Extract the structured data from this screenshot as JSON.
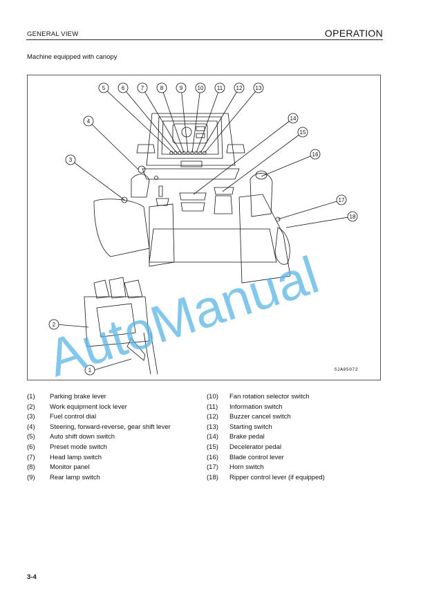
{
  "header": {
    "section": "GENERAL VIEW",
    "chapter": "OPERATION"
  },
  "subtitle": "Machine equipped with canopy",
  "figure": {
    "code": "SJA05072",
    "callouts": [
      "1",
      "2",
      "3",
      "4",
      "5",
      "6",
      "7",
      "8",
      "9",
      "10",
      "11",
      "12",
      "13",
      "14",
      "15",
      "16",
      "17",
      "18"
    ]
  },
  "watermark": "AutoManual",
  "legend_left": [
    {
      "num": "(1)",
      "label": "Parking brake lever"
    },
    {
      "num": "(2)",
      "label": "Work equipment lock lever"
    },
    {
      "num": "(3)",
      "label": "Fuel control dial"
    },
    {
      "num": "(4)",
      "label": "Steering, forward-reverse, gear shift lever"
    },
    {
      "num": "(5)",
      "label": "Auto shift down switch"
    },
    {
      "num": "(6)",
      "label": "Preset mode switch"
    },
    {
      "num": "(7)",
      "label": "Head lamp switch"
    },
    {
      "num": "(8)",
      "label": "Monitor panel"
    },
    {
      "num": "(9)",
      "label": "Rear lamp switch"
    }
  ],
  "legend_right": [
    {
      "num": "(10)",
      "label": "Fan rotation selector switch"
    },
    {
      "num": "(11)",
      "label": "Information switch"
    },
    {
      "num": "(12)",
      "label": "Buzzer cancel switch"
    },
    {
      "num": "(13)",
      "label": "Starting switch"
    },
    {
      "num": "(14)",
      "label": "Brake pedal"
    },
    {
      "num": "(15)",
      "label": "Decelerator pedal"
    },
    {
      "num": "(16)",
      "label": "Blade control lever"
    },
    {
      "num": "(17)",
      "label": "Horn switch"
    },
    {
      "num": "(18)",
      "label": "Ripper control lever (if equipped)"
    }
  ],
  "page_number": "3-4",
  "colors": {
    "watermark": "#5ab6e6",
    "line": "#111111"
  }
}
